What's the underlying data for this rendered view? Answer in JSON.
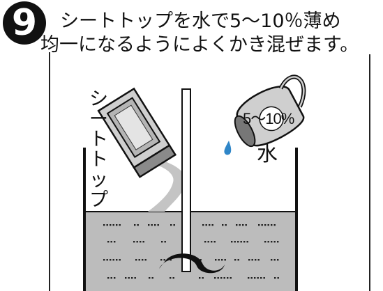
{
  "step": {
    "number": "9",
    "caption_line1": "シートトップを水で5～10％薄め",
    "caption_line2": "均一になるようによくかき混ぜます。"
  },
  "illustration": {
    "product_label": "シートトップ",
    "dilution_label": "5～10%",
    "water_label": "水"
  },
  "colors": {
    "liquid": "#bcbcbc",
    "badge": "#111111",
    "water_drop": "#2f86c8"
  }
}
